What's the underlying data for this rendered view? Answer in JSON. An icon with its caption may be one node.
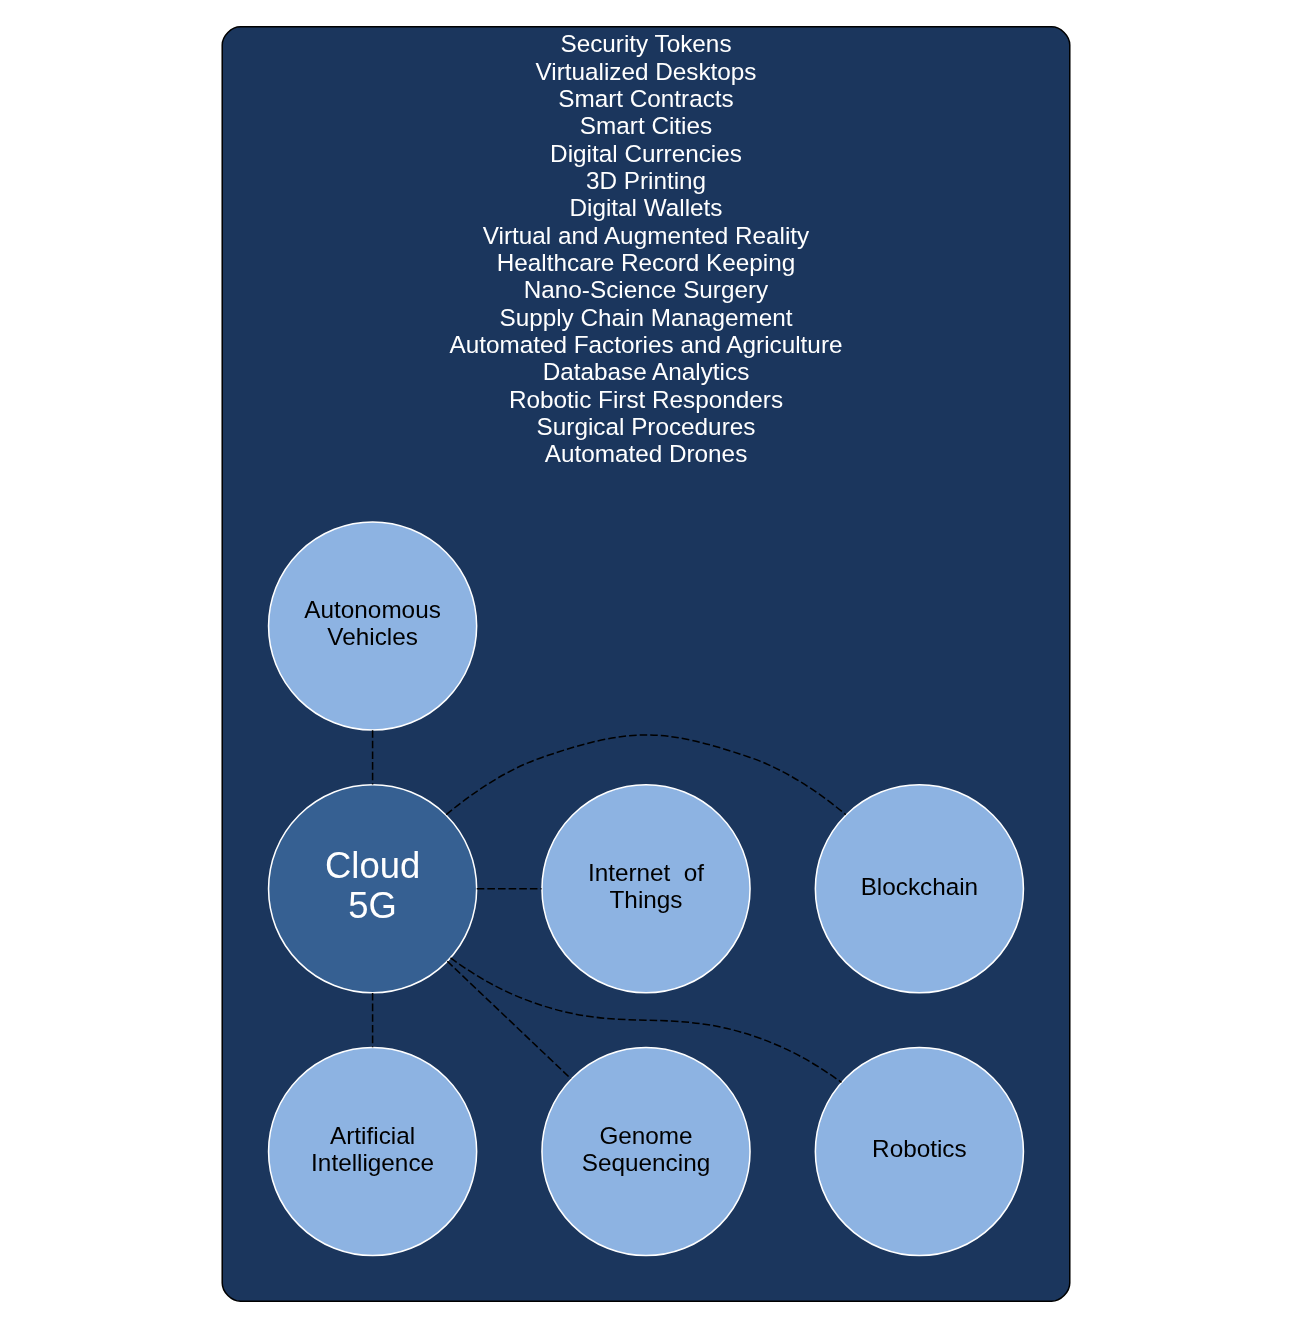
{
  "diagram": {
    "nodes": [
      {
        "text": [
          "Security Tokens",
          "Virtualized Desktops",
          "Smart Contracts",
          "Smart Cities",
          "Digital Currencies",
          "3D Printing",
          "Digital Wallets",
          "Virtual and Augmented Reality",
          "Healthcare Record Keeping",
          "Nano-Science Surgery",
          "Supply Chain Management",
          "Automated Factories and Agriculture",
          "Database Analytics",
          "Robotic First Responders",
          "Surgical Procedures",
          "Automated Drones"
        ]
      },
      {
        "text": [
          "Autonomous Vehicles"
        ],
        "in": 0
      },
      {
        "text": [
          "Blockchain"
        ],
        "in": 0
      },
      {
        "text": [
          "Internet  of Things"
        ],
        "in": 0
      },
      {
        "text": [
          "Cloud 5G"
        ],
        "in": 0
      },
      {
        "text": [
          "Artificial Intelligence"
        ],
        "in": 0
      },
      {
        "text": [
          "Robotics"
        ],
        "in": 0
      },
      {
        "text": [
          "Genome Sequencing"
        ],
        "in": 0
      }
    ],
    "edges": [
      {
        "from": 4,
        "to": 1,
        "arrow": "none",
        "style": "dashed"
      },
      {
        "from": 4,
        "to": 2,
        "arrow": "none",
        "style": "dashed"
      },
      {
        "from": 4,
        "to": 3,
        "arrow": "none",
        "style": "dashed"
      },
      {
        "from": 4,
        "to": 5,
        "arrow": "none",
        "style": "dashed"
      },
      {
        "from": 4,
        "to": 6,
        "arrow": "none",
        "style": "dashed"
      },
      {
        "from": 4,
        "to": 7,
        "arrow": "none",
        "style": "dashed"
      }
    ]
  }
}
